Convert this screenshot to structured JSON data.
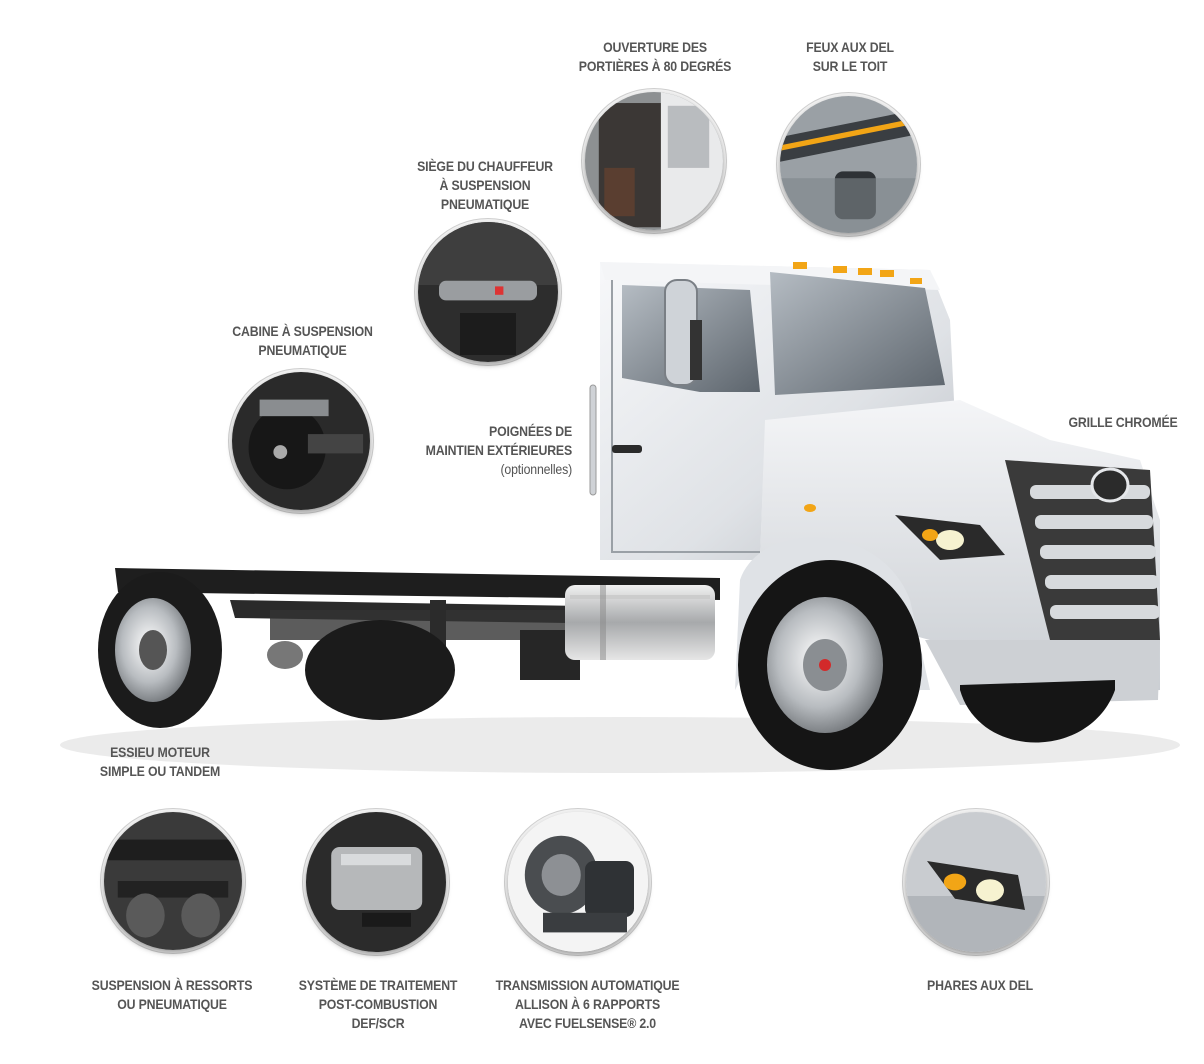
{
  "labels": {
    "door_opening": [
      "OUVERTURE DES",
      "PORTIÈRES À 80 DEGRÉS"
    ],
    "roof_leds": [
      "FEUX AUX DEL",
      "SUR LE TOIT"
    ],
    "driver_seat": [
      "SIÈGE DU CHAUFFEUR",
      "À SUSPENSION",
      "PNEUMATIQUE"
    ],
    "cab_suspension": [
      "CABINE À SUSPENSION",
      "PNEUMATIQUE"
    ],
    "grab_handles": [
      "POIGNÉES DE",
      "MAINTIEN EXTÉRIEURES",
      "(optionnelles)"
    ],
    "chrome_grille": [
      "GRILLE CHROMÉE"
    ],
    "drive_axle": [
      "ESSIEU MOTEUR",
      "SIMPLE OU TANDEM"
    ],
    "spring_suspension": [
      "SUSPENSION À RESSORTS",
      "OU PNEUMATIQUE"
    ],
    "aftertreatment": [
      "SYSTÈME DE TRAITEMENT",
      "POST-COMBUSTION",
      "DEF/SCR"
    ],
    "transmission": [
      "TRANSMISSION AUTOMATIQUE",
      "ALLISON À 6 RAPPORTS",
      "AVEC FUELSENSE® 2.0"
    ],
    "led_headlights": [
      "PHARES AUX DEL"
    ]
  },
  "colors": {
    "label_text": "#555555",
    "truck_body": "#e9ebee",
    "chassis": "#1e1e1e",
    "amber_light": "#f2a516"
  }
}
